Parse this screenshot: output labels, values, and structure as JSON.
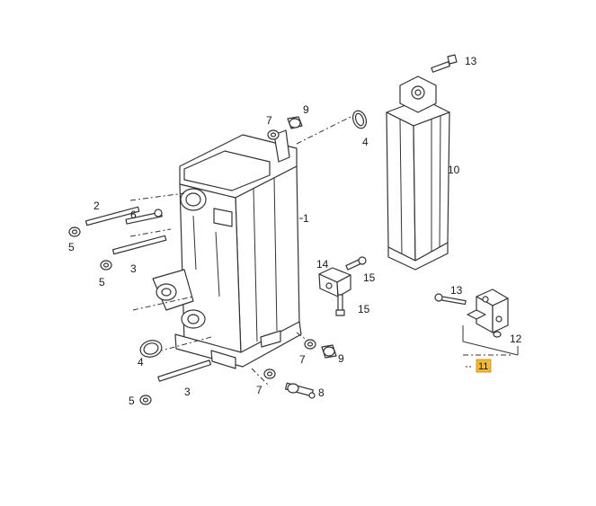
{
  "colors": {
    "highlight": "#f5b82e",
    "line": "#333333",
    "background": "#ffffff"
  },
  "callouts": {
    "c1": "1",
    "c2": "2",
    "c3a": "3",
    "c3b": "3",
    "c4a": "4",
    "c4b": "4",
    "c5a": "5",
    "c5b": "5",
    "c5c": "5",
    "c6": "6",
    "c7a": "7",
    "c7b": "7",
    "c7c": "7",
    "c8": "8",
    "c9a": "9",
    "c9b": "9",
    "c10": "10",
    "c11": "11",
    "c12": "12",
    "c13a": "13",
    "c13b": "13",
    "c14": "14",
    "c15a": "15",
    "c15b": "15"
  },
  "highlighted_callout": "11"
}
